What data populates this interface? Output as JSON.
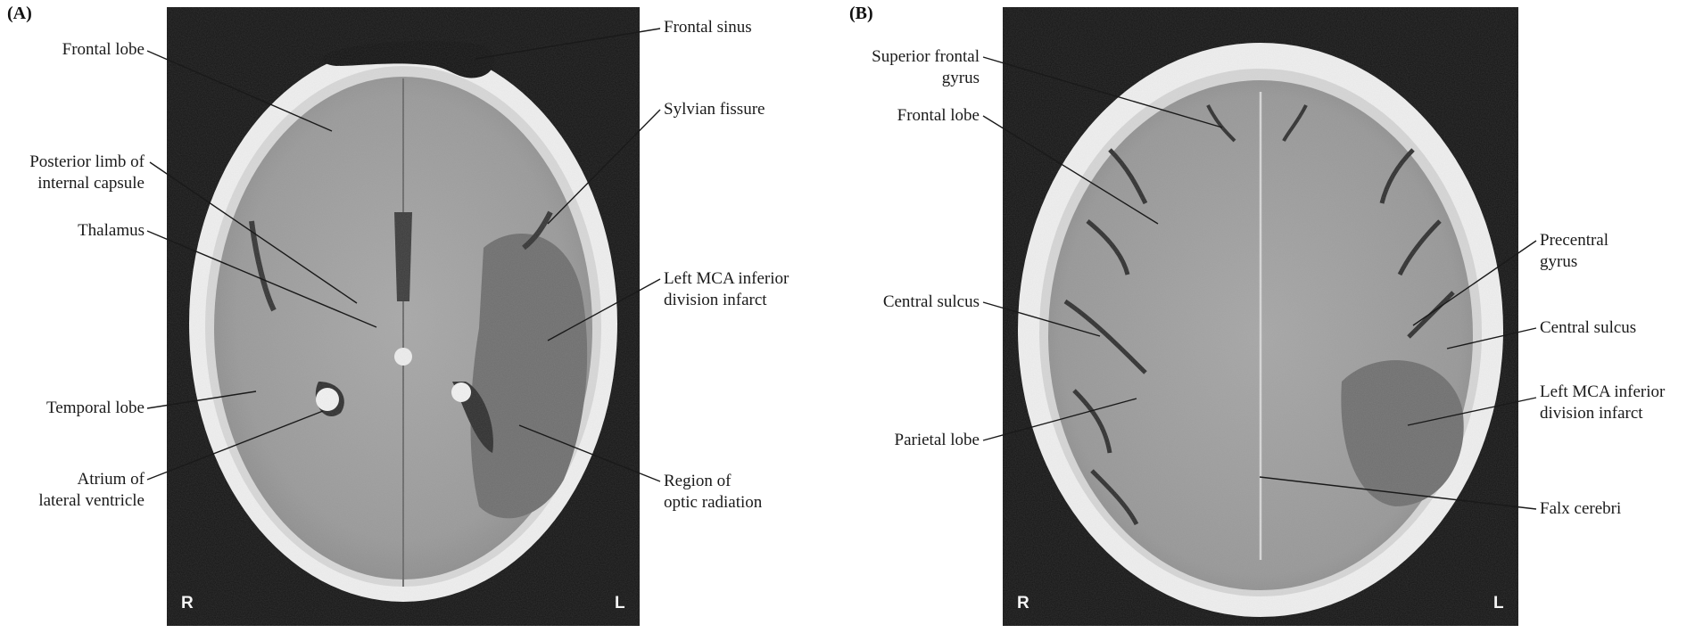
{
  "panel_a": {
    "panel_label": "(A)",
    "side_right": "R",
    "side_left": "L",
    "labels": {
      "frontal_lobe": [
        "Frontal lobe"
      ],
      "posterior_limb": [
        "Posterior limb of",
        "internal capsule"
      ],
      "thalamus": [
        "Thalamus"
      ],
      "temporal_lobe": [
        "Temporal lobe"
      ],
      "atrium": [
        "Atrium of",
        "lateral ventricle"
      ],
      "frontal_sinus": [
        "Frontal sinus"
      ],
      "sylvian_fissure": [
        "Sylvian fissure"
      ],
      "left_mca_infarct": [
        "Left MCA inferior",
        "division infarct"
      ],
      "optic_radiation": [
        "Region of",
        "optic radiation"
      ]
    }
  },
  "panel_b": {
    "panel_label": "(B)",
    "side_right": "R",
    "side_left": "L",
    "labels": {
      "superior_frontal_gyrus": [
        "Superior frontal",
        "gyrus"
      ],
      "frontal_lobe": [
        "Frontal lobe"
      ],
      "central_sulcus_right": [
        "Central sulcus"
      ],
      "parietal_lobe": [
        "Parietal lobe"
      ],
      "precentral_gyrus": [
        "Precentral",
        "gyrus"
      ],
      "central_sulcus_left": [
        "Central sulcus"
      ],
      "left_mca_infarct": [
        "Left MCA inferior",
        "division infarct"
      ],
      "falx_cerebri": [
        "Falx cerebri"
      ]
    }
  },
  "colors": {
    "scan_background": "#141414",
    "skull": "#f2f2f2",
    "brain": "#9a9a9a",
    "infarct": "#6c6c6c",
    "leader_line": "#1a1a1a"
  }
}
